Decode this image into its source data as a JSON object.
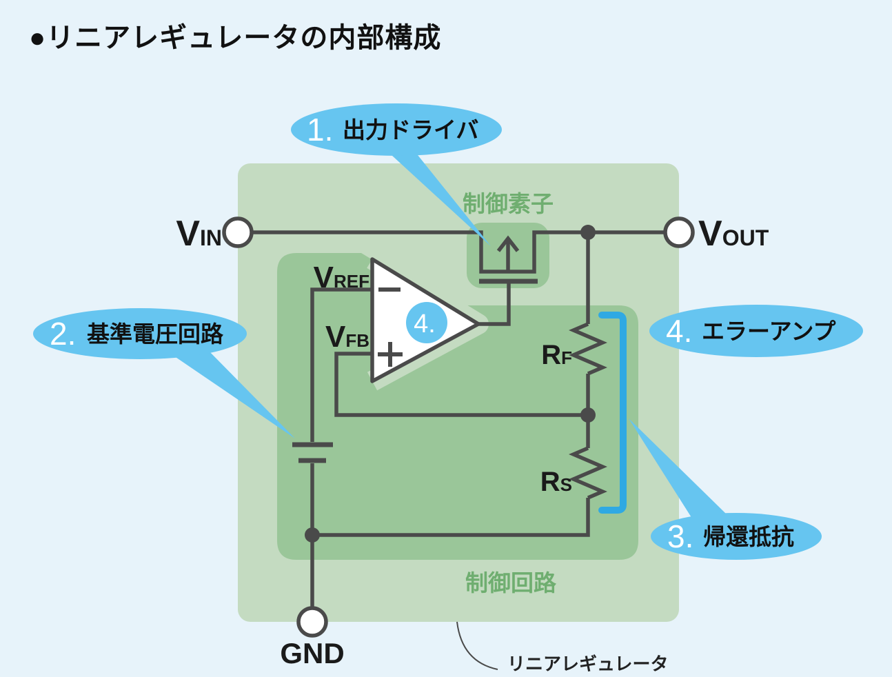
{
  "title": "●リニアレギュレータの内部構成",
  "diagram": {
    "region_labels": {
      "control_element": "制御素子",
      "control_circuit": "制御回路",
      "regulator_caption": "リニアレギュレータ"
    },
    "terminals": {
      "vin": {
        "base": "V",
        "sub": "IN"
      },
      "vout": {
        "base": "V",
        "sub": "OUT"
      },
      "gnd": "GND"
    },
    "nets": {
      "vref": {
        "base": "V",
        "sub": "REF"
      },
      "vfb": {
        "base": "V",
        "sub": "FB"
      }
    },
    "components": {
      "rf": {
        "base": "R",
        "sub": "F"
      },
      "rs": {
        "base": "R",
        "sub": "S"
      },
      "opamp_badge": "4."
    },
    "callouts": [
      {
        "number": "1.",
        "label": "出力ドライバ"
      },
      {
        "number": "2.",
        "label": "基準電圧回路"
      },
      {
        "number": "3.",
        "label": "帰還抵抗"
      },
      {
        "number": "4.",
        "label": "エラーアンプ"
      }
    ],
    "colors": {
      "background": "#E7F3FA",
      "outer_box": "#C4DBC1",
      "inner_box": "#9AC699",
      "wire": "#4A4A4A",
      "green_text": "#6FAE70",
      "callout_blue": "#66C5F0",
      "bracket_blue": "#2FA9E3"
    }
  }
}
